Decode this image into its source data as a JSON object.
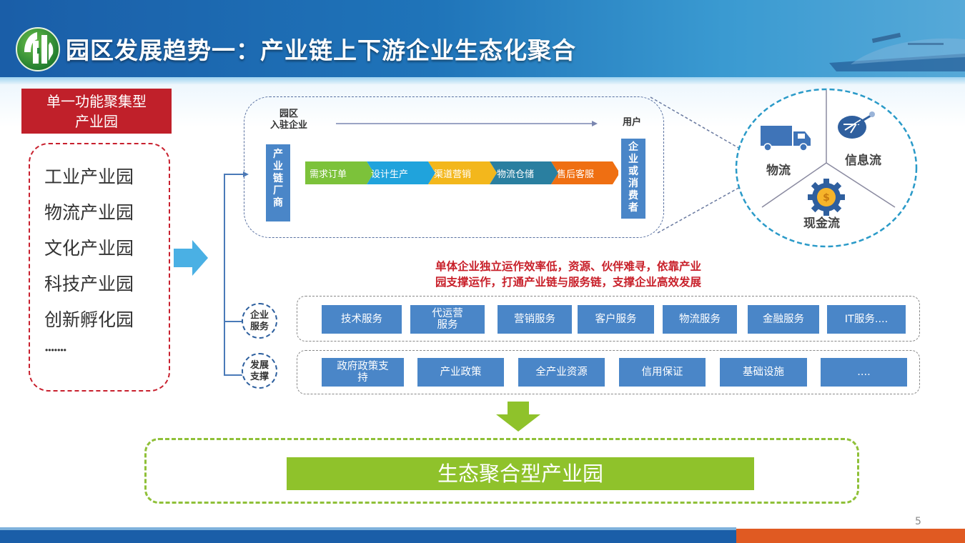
{
  "header": {
    "title": "园区发展趋势一：产业链上下游企业生态化聚合",
    "logo_icon": "park-logo-icon"
  },
  "left_panel": {
    "type_label": "单一功能聚集型\n产业园",
    "type_label_line1": "单一功能聚集型",
    "type_label_line2": "产业园",
    "parks": [
      "工业产业园",
      "物流产业园",
      "文化产业园",
      "科技产业园",
      "创新孵化园",
      "·······"
    ]
  },
  "flow": {
    "source_label_line1": "园区",
    "source_label_line2": "入驻企业",
    "target_label": "用户",
    "source_box": [
      "产",
      "业",
      "链",
      "厂",
      "商"
    ],
    "target_box": [
      "企",
      "业",
      "或",
      "消",
      "费",
      "者"
    ],
    "steps": [
      {
        "label": "需求订单",
        "color": "#7cc23a"
      },
      {
        "label": "设计生产",
        "color": "#20a3dc"
      },
      {
        "label": "渠道营销",
        "color": "#f3b71c"
      },
      {
        "label": "物流仓储",
        "color": "#2a7fa0"
      },
      {
        "label": "售后客服",
        "color": "#ef6f12"
      }
    ]
  },
  "flows_circle": {
    "logistics": {
      "label": "物流",
      "icon": "truck-icon"
    },
    "information": {
      "label": "信息流",
      "icon": "satellite-dish-icon"
    },
    "cash": {
      "label": "现金流",
      "icon": "gear-coin-icon"
    }
  },
  "statement": {
    "line1": "单体企业独立运作效率低，资源、伙伴难寻，依靠产业",
    "line2": "园支撑运作，打通产业链与服务链，支撑企业高效发展"
  },
  "enterprise_services": {
    "tag_line1": "企业",
    "tag_line2": "服务",
    "items": [
      "技术服务",
      "代运营\n服务",
      "营销服务",
      "客户服务",
      "物流服务",
      "金融服务",
      "IT服务...."
    ]
  },
  "development_support": {
    "tag_line1": "发展",
    "tag_line2": "支撑",
    "items": [
      "政府政策支\n持",
      "产业政策",
      "全产业资源",
      "信用保证",
      "基础设施",
      "...."
    ]
  },
  "result": {
    "label": "生态聚合型产业园"
  },
  "footer": {
    "page_number": "5"
  },
  "colors": {
    "header_blue": "#1a5ea8",
    "red_label": "#c0202a",
    "service_blue": "#4a86c8",
    "eco_green": "#8fc22b",
    "footer_orange": "#e05a22"
  }
}
